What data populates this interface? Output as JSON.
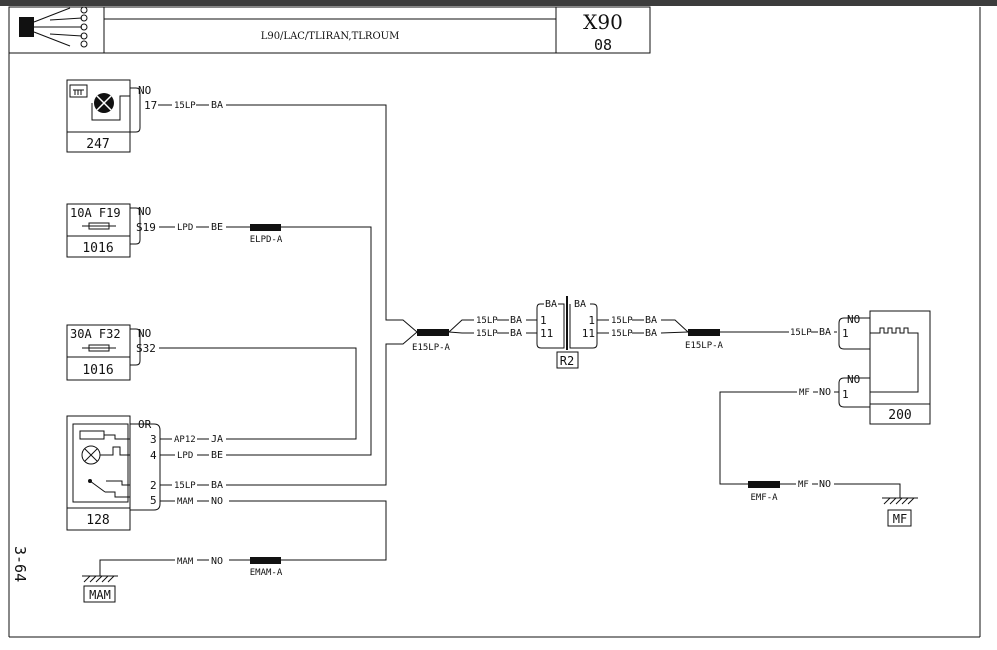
{
  "header": {
    "doc_code": "L90/LAC/TLIRAN,TLROUM",
    "model": "X90",
    "sheet": "08"
  },
  "page_number": "3-64",
  "components": {
    "c247": {
      "id": "247",
      "pin_hdr": "NO",
      "pin": "17"
    },
    "c1016a": {
      "fuse": "10A F19",
      "id": "1016",
      "pin_hdr": "NO",
      "pin": "S19"
    },
    "c1016b": {
      "fuse": "30A F32",
      "id": "1016",
      "pin_hdr": "NO",
      "pin": "S32"
    },
    "c128": {
      "id": "128",
      "pin_hdr": "OR",
      "pins": [
        "3",
        "4",
        "2",
        "5"
      ]
    },
    "r2": {
      "id": "R2",
      "left_pins": [
        "1",
        "11"
      ],
      "right_pins": [
        "1",
        "11"
      ],
      "top_left": "BA",
      "top_right": "BA"
    },
    "c200": {
      "id": "200",
      "pin_hdr1": "NO",
      "pin1": "1",
      "pin_hdr2": "NO",
      "pin2": "1"
    }
  },
  "wires": {
    "w247": {
      "code": "15LP",
      "color": "BA"
    },
    "w19": {
      "code": "LPD",
      "color": "BE"
    },
    "w3": {
      "code": "AP12",
      "color": "JA"
    },
    "w4": {
      "code": "LPD",
      "color": "BE"
    },
    "w2": {
      "code": "15LP",
      "color": "BA"
    },
    "w5": {
      "code": "MAM",
      "color": "NO"
    },
    "wMam": {
      "code": "MAM",
      "color": "NO"
    },
    "rl1": {
      "code": "15LP",
      "color": "BA"
    },
    "rl11": {
      "code": "15LP",
      "color": "BA"
    },
    "rr1": {
      "code": "15LP",
      "color": "BA"
    },
    "rr11": {
      "code": "15LP",
      "color": "BA"
    },
    "w200": {
      "code": "15LP",
      "color": "BA"
    },
    "wmf1": {
      "code": "MF",
      "color": "NO"
    },
    "wmf2": {
      "code": "MF",
      "color": "NO"
    }
  },
  "splices": {
    "elpd": "ELPD-A",
    "e15lp_left": "E15LP-A",
    "e15lp_right": "E15LP-A",
    "emam": "EMAM-A",
    "emf": "EMF-A"
  },
  "grounds": {
    "mam": "MAM",
    "mf": "MF"
  }
}
